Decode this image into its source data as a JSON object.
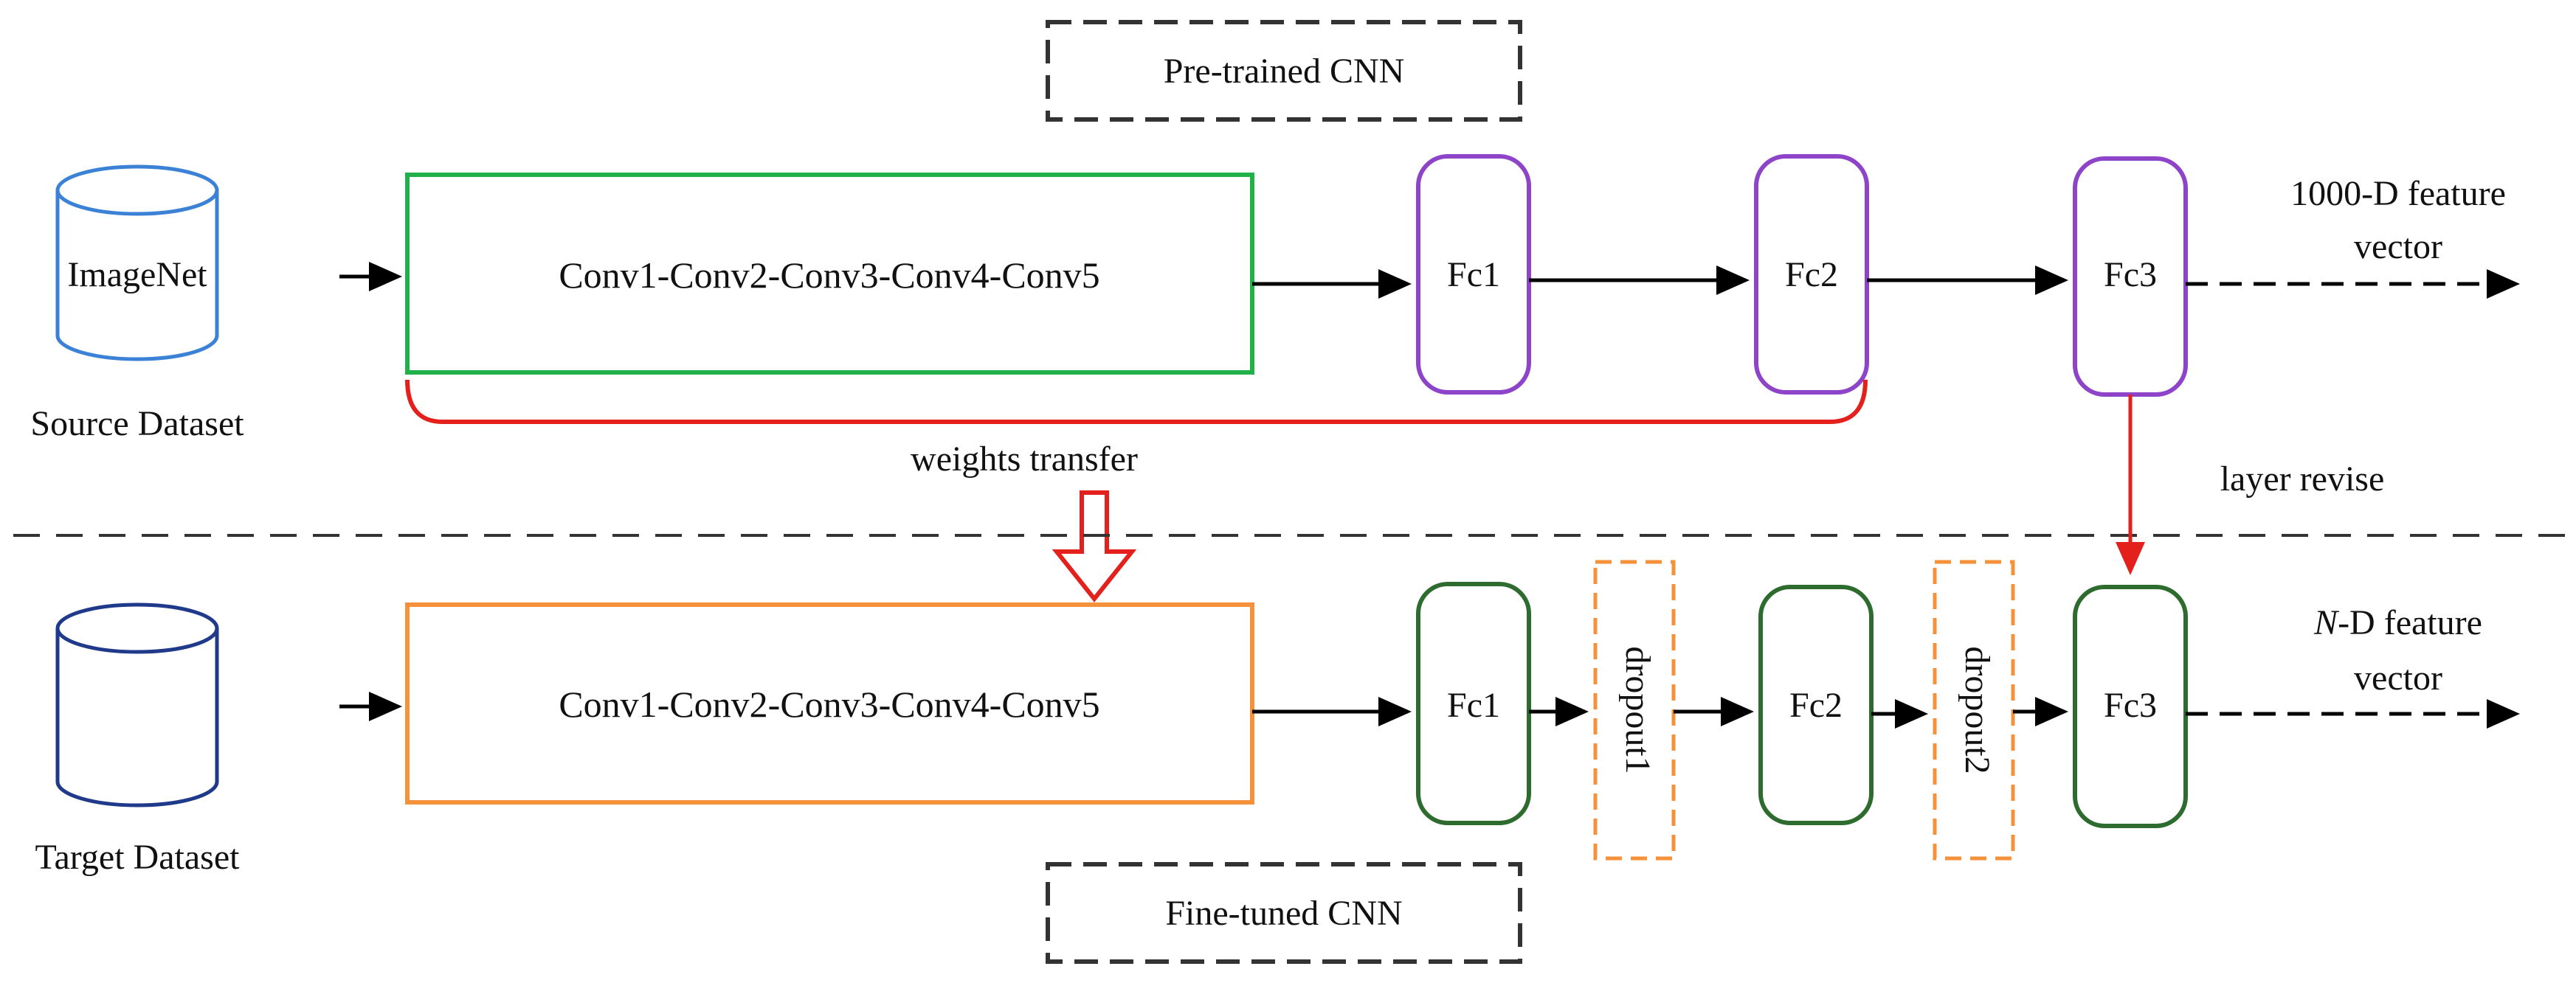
{
  "top": {
    "title": "Pre-trained CNN",
    "dataset_name": "ImageNet",
    "dataset_caption": "Source Dataset",
    "conv_label": "Conv1-Conv2-Conv3-Conv4-Conv5",
    "fc1": "Fc1",
    "fc2": "Fc2",
    "fc3": "Fc3",
    "output_line1": "1000-D feature",
    "output_line2": "vector"
  },
  "middle": {
    "weights_transfer": "weights transfer",
    "layer_revise": "layer revise"
  },
  "bottom": {
    "title": "Fine-tuned CNN",
    "dataset_caption": "Target Dataset",
    "conv_label": "Conv1-Conv2-Conv3-Conv4-Conv5",
    "fc1": "Fc1",
    "dropout1": "dropout1",
    "fc2": "Fc2",
    "dropout2": "dropout2",
    "fc3": "Fc3",
    "output_line1_italic": "N",
    "output_line1_rest": "-D feature",
    "output_line2": "vector"
  },
  "colors": {
    "source_cylinder": "#3b82d6",
    "target_cylinder": "#1f3a8a",
    "top_conv_border": "#22b04b",
    "top_fc_border": "#8e44c8",
    "bottom_conv_border": "#f5913a",
    "bottom_fc_border": "#2e6b2e",
    "transfer_red": "#e3201b",
    "dashed_black": "#333333"
  }
}
